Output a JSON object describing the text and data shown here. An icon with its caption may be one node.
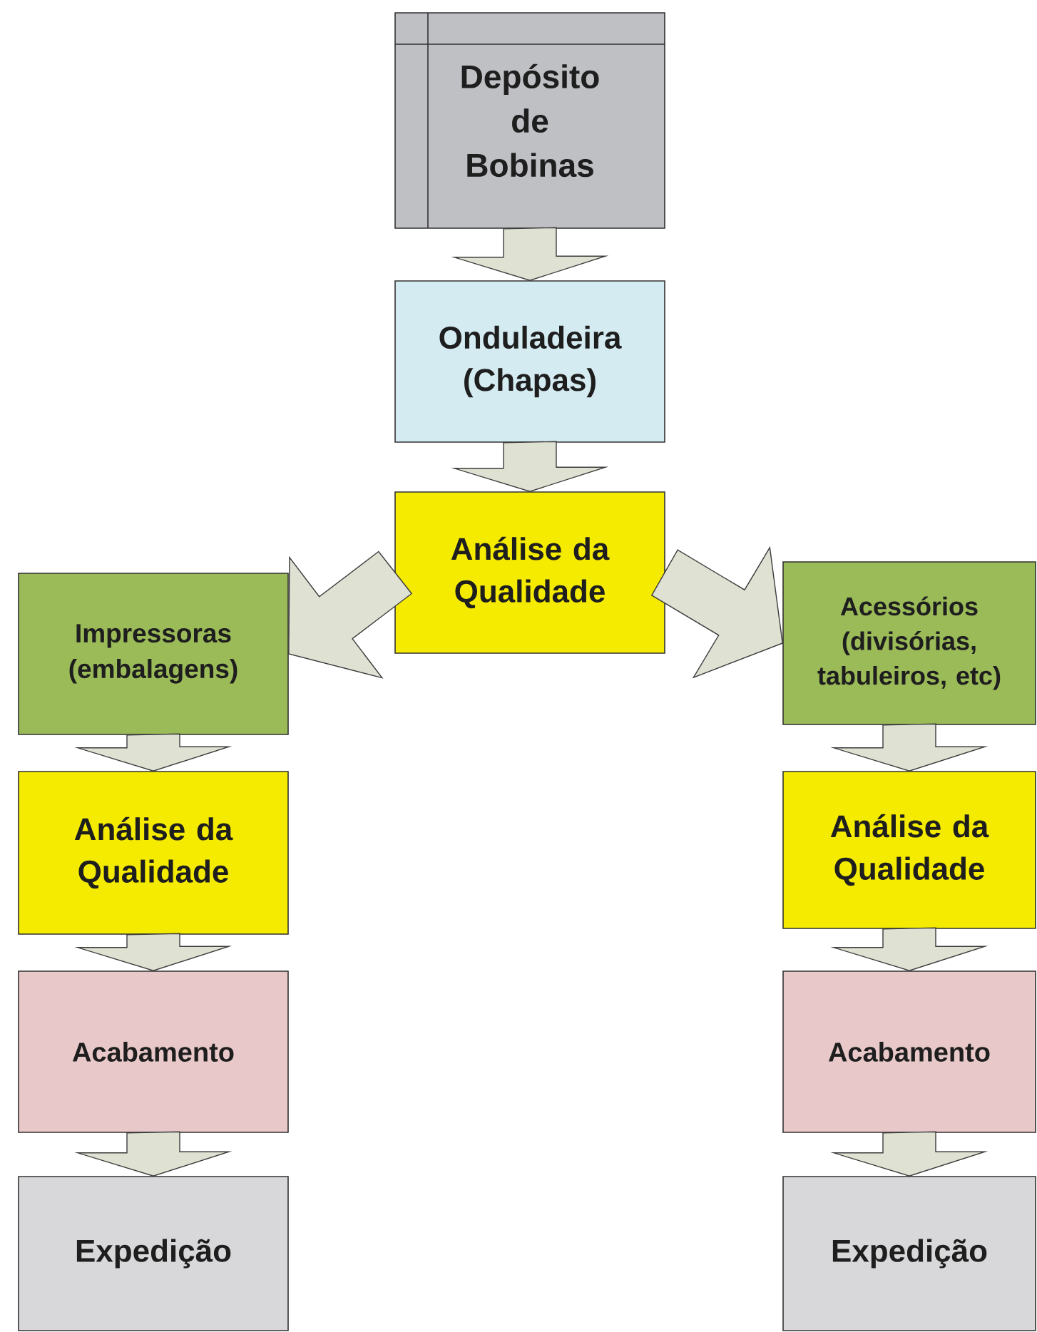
{
  "diagram": {
    "nodes": [
      {
        "text": [
          "Depósito de Bobinas"
        ]
      },
      {
        "text": [
          "Onduladeira (Chapas)"
        ]
      },
      {
        "text": [
          "Análise da Qualidade"
        ]
      },
      {
        "text": [
          "Impressoras (embalagens)"
        ]
      },
      {
        "text": [
          "Análise da Qualidade"
        ]
      },
      {
        "text": [
          "Acabamento"
        ]
      },
      {
        "text": [
          "Expedição"
        ]
      },
      {
        "text": [
          "Acessórios (divisórias, tabuleiros, etc)"
        ]
      },
      {
        "text": [
          "Análise da Qualidade"
        ]
      },
      {
        "text": [
          "Acabamento"
        ]
      },
      {
        "text": [
          "Expedição"
        ]
      }
    ],
    "edges": [
      {
        "from": 0,
        "to": 1,
        "arrow": "to"
      },
      {
        "from": 1,
        "to": 2,
        "arrow": "to"
      },
      {
        "from": 2,
        "to": 3,
        "arrow": "to"
      },
      {
        "from": 2,
        "to": 7,
        "arrow": "to"
      },
      {
        "from": 3,
        "to": 4,
        "arrow": "to"
      },
      {
        "from": 4,
        "to": 5,
        "arrow": "to"
      },
      {
        "from": 5,
        "to": 6,
        "arrow": "to"
      },
      {
        "from": 7,
        "to": 8,
        "arrow": "to"
      },
      {
        "from": 8,
        "to": 9,
        "arrow": "to"
      },
      {
        "from": 9,
        "to": 10,
        "arrow": "to"
      }
    ]
  }
}
